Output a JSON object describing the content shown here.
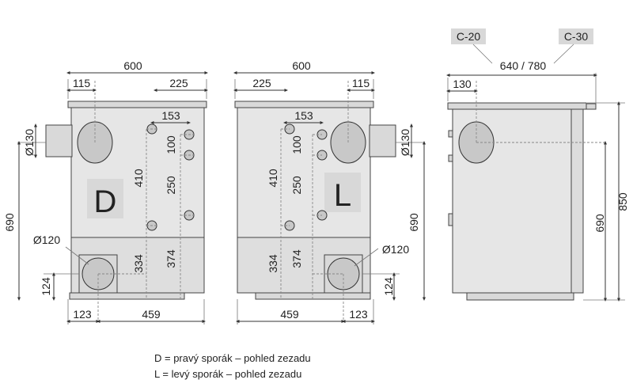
{
  "left_view": {
    "letter": "D",
    "dims": {
      "width": "600",
      "flue_offset": "115",
      "right_offset": "225",
      "pipe_spacing": "153",
      "d100": "100",
      "d410": "410",
      "d250": "250",
      "d334": "334",
      "d374": "374",
      "height": "690",
      "d124": "124",
      "d123": "123",
      "d459": "459",
      "flue_diameter": "Ø130",
      "inlet_diameter": "Ø120"
    }
  },
  "right_view": {
    "letter": "L",
    "dims": {
      "width": "600",
      "left_offset": "225",
      "flue_offset": "115",
      "pipe_spacing": "153",
      "d100": "100",
      "d410": "410",
      "d250": "250",
      "d334": "334",
      "d374": "374",
      "height": "690",
      "d124": "124",
      "d123": "123",
      "d459": "459",
      "flue_diameter": "Ø130",
      "inlet_diameter": "Ø120"
    }
  },
  "side_view": {
    "tag_left": "C-20",
    "tag_right": "C-30",
    "depth": "640 / 780",
    "d130": "130",
    "height_total": "850",
    "height_body": "690"
  },
  "legend": {
    "line_d": "D = pravý sporák – pohled zezadu",
    "line_l": "L = levý sporák – pohled zezadu"
  }
}
